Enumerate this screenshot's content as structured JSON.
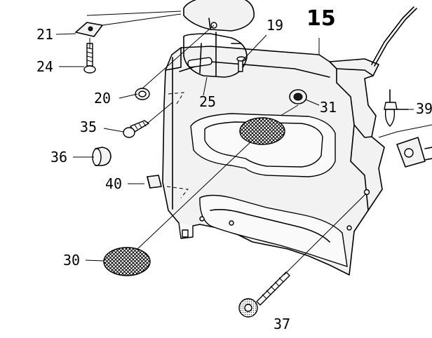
{
  "diagram_number": "15",
  "callouts": {
    "c21": "21",
    "c24": "24",
    "c19": "19",
    "c20": "20",
    "c25": "25",
    "c31": "31",
    "c35": "35",
    "c39": "39",
    "c36": "36",
    "c40": "40",
    "c30": "30",
    "c37": "37"
  }
}
